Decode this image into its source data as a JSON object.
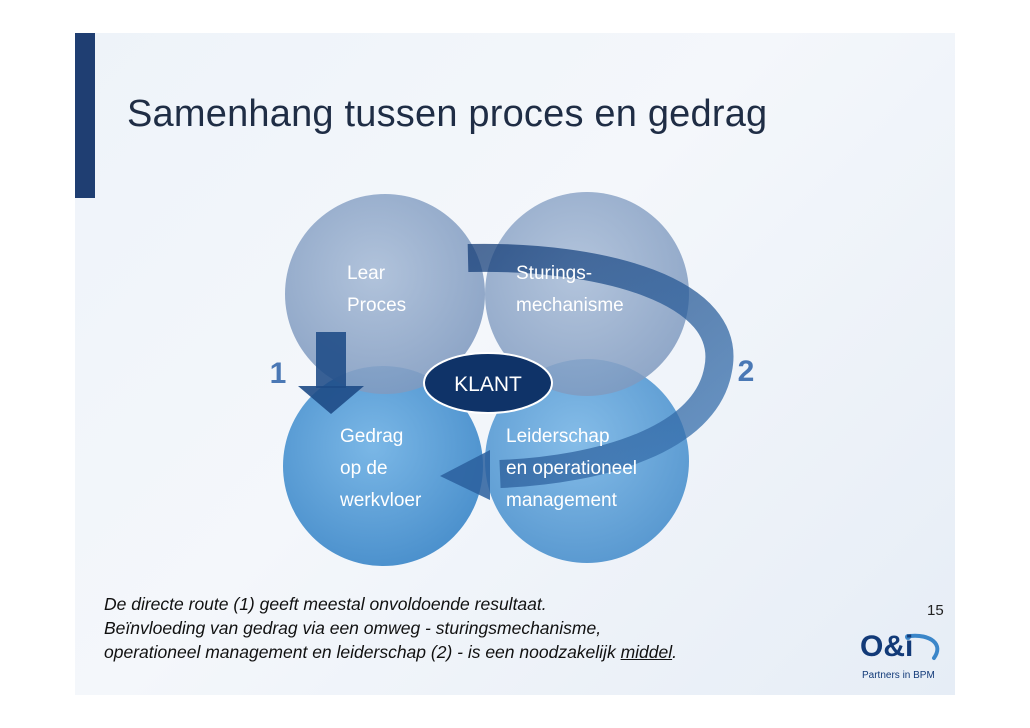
{
  "title": "Samenhang tussen proces en gedrag",
  "diagram": {
    "circles": {
      "top_left": [
        "Lear",
        "Proces"
      ],
      "top_right": [
        "Sturings-",
        "mechanisme"
      ],
      "bottom_left": [
        "Gedrag",
        "op de",
        "werkvloer"
      ],
      "bottom_right": [
        "Leiderschap",
        "en operationeel",
        "management"
      ]
    },
    "center_label": "KLANT",
    "route_1_label": "1",
    "route_2_label": "2",
    "colors": {
      "top_circles": "#8ea7c8",
      "bottom_circles": "#4a94d2",
      "center": "#0f3368",
      "arrow": "#1e4b86",
      "route_labels": "#4a78b5"
    }
  },
  "caption": {
    "line1": "De directe route (1) geeft meestal onvoldoende resultaat.",
    "line2": "Beïnvloeding van gedrag via een omweg -  sturingsmechanisme,",
    "line3_prefix": "operationeel management en leiderschap (2) - is een noodzakelijk ",
    "line3_emphasis": "middel",
    "line3_suffix": "."
  },
  "page_number": "15",
  "logo": {
    "mark": "O&i",
    "tagline": "Partners in BPM"
  }
}
